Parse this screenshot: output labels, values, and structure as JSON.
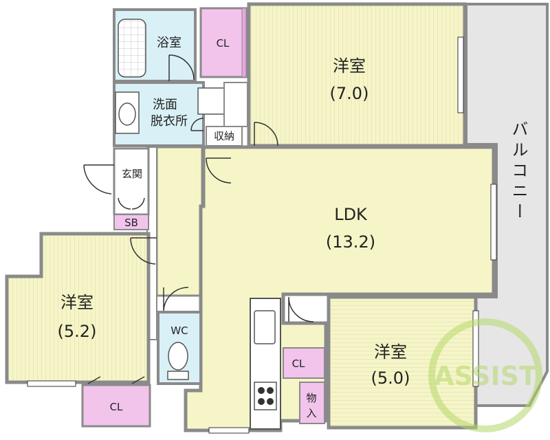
{
  "rooms": {
    "bedroom_1": {
      "name": "洋室",
      "size": "(7.0)"
    },
    "bedroom_2": {
      "name": "洋室",
      "size": "(5.2)"
    },
    "bedroom_3": {
      "name": "洋室",
      "size": "(5.0)"
    },
    "ldk": {
      "name": "LDK",
      "size": "(13.2)"
    },
    "bath": {
      "name": "浴室"
    },
    "washroom": {
      "line1": "洗面",
      "line2": "脱衣所"
    },
    "storage": {
      "name": "収納"
    },
    "entrance": {
      "name": "玄関"
    },
    "shoe_box": {
      "name": "SB"
    },
    "toilet": {
      "name": "WC"
    },
    "closet_top": {
      "name": "CL"
    },
    "closet_left": {
      "name": "CL"
    },
    "closet_right": {
      "name": "CL"
    },
    "store_in": {
      "line1": "物",
      "line2": "入"
    },
    "balcony": {
      "name": "バルコニー"
    }
  },
  "watermark": {
    "text": "ASSIST"
  },
  "colors": {
    "wall": "#8a8a8a",
    "floor_yellow": "#f6f5c8",
    "closet_pink": "#f2c4ec",
    "wet_area_blue": "#d9f0f6",
    "balcony_gray": "#e6e6e6",
    "watermark_green": "#b6d86b"
  }
}
